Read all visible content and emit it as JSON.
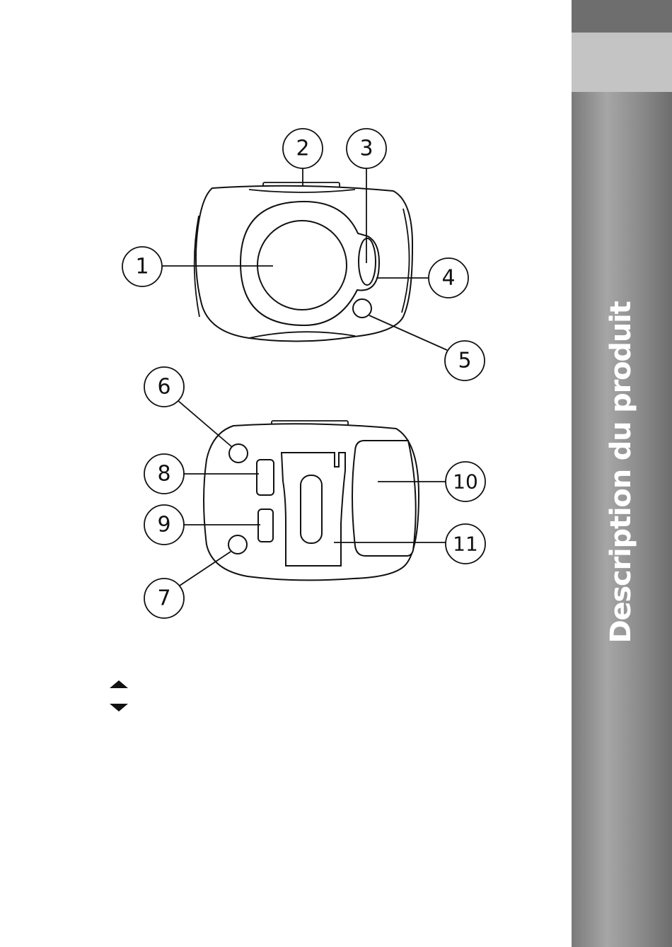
{
  "sidebar": {
    "section_title": "Description du produit"
  },
  "diagram": {
    "callouts": [
      "1",
      "2",
      "3",
      "4",
      "5",
      "6",
      "7",
      "8",
      "9",
      "10",
      "11"
    ]
  },
  "icons": [
    "arrow-up-icon",
    "arrow-down-icon"
  ],
  "colors": {
    "sidebar_base": "#8a8a8a",
    "sidebar_highlight": "#c4c4c4",
    "line": "#111111"
  }
}
